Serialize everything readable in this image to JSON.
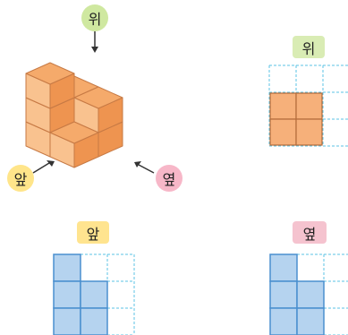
{
  "labels": {
    "top_circle": "위",
    "front_circle": "앞",
    "side_circle": "옆",
    "top_view_title": "위",
    "front_view_title": "앞",
    "side_view_title": "옆"
  },
  "colors": {
    "cube_light": "#f9c28f",
    "cube_mid": "#f5aa6b",
    "cube_dark": "#ee9450",
    "cube_edge": "#c77a45",
    "grid_dash": "#5bc3e6",
    "top_fill": "#f6b07a",
    "top_stroke": "#b46c3a",
    "view_blue": "#b5d3ef",
    "view_blue_stroke": "#4a8fcf",
    "badge_green": "#cfe8a0",
    "badge_yellow": "#ffe58a",
    "badge_pink": "#f7b7c8",
    "box_green": "#d9ecb4",
    "box_yellow": "#ffe48f",
    "box_pink": "#f5c3cf"
  }
}
